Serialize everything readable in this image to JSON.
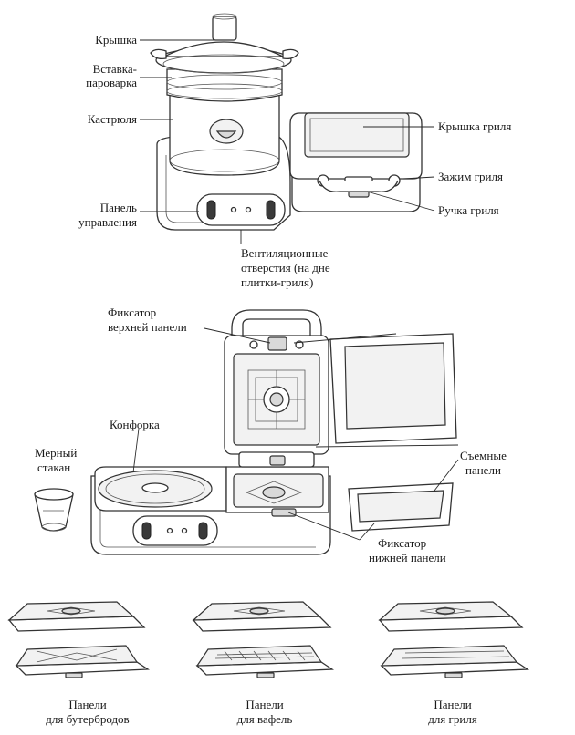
{
  "labels": {
    "lid": "Крышка",
    "steamer_1": "Вставка-",
    "steamer_2": "пароварка",
    "pot": "Кастрюля",
    "panel_1": "Панель",
    "panel_2": "управления",
    "grill_lid": "Крышка гриля",
    "grill_clamp": "Зажим гриля",
    "grill_handle": "Ручка гриля",
    "vent_1": "Вентиляционные",
    "vent_2": "отверстия (на дне",
    "vent_3": "плитки-гриля)",
    "upper_lock_1": "Фиксатор",
    "upper_lock_2": "верхней панели",
    "burner": "Конфорка",
    "cup_1": "Мерный",
    "cup_2": "стакан",
    "removable_1": "Съемные",
    "removable_2": "панели",
    "lower_lock_1": "Фиксатор",
    "lower_lock_2": "нижней панели",
    "sandwich_1": "Панели",
    "sandwich_2": "для бутербродов",
    "waffle_1": "Панели",
    "waffle_2": "для вафель",
    "grillp_1": "Панели",
    "grillp_2": "для гриля"
  }
}
